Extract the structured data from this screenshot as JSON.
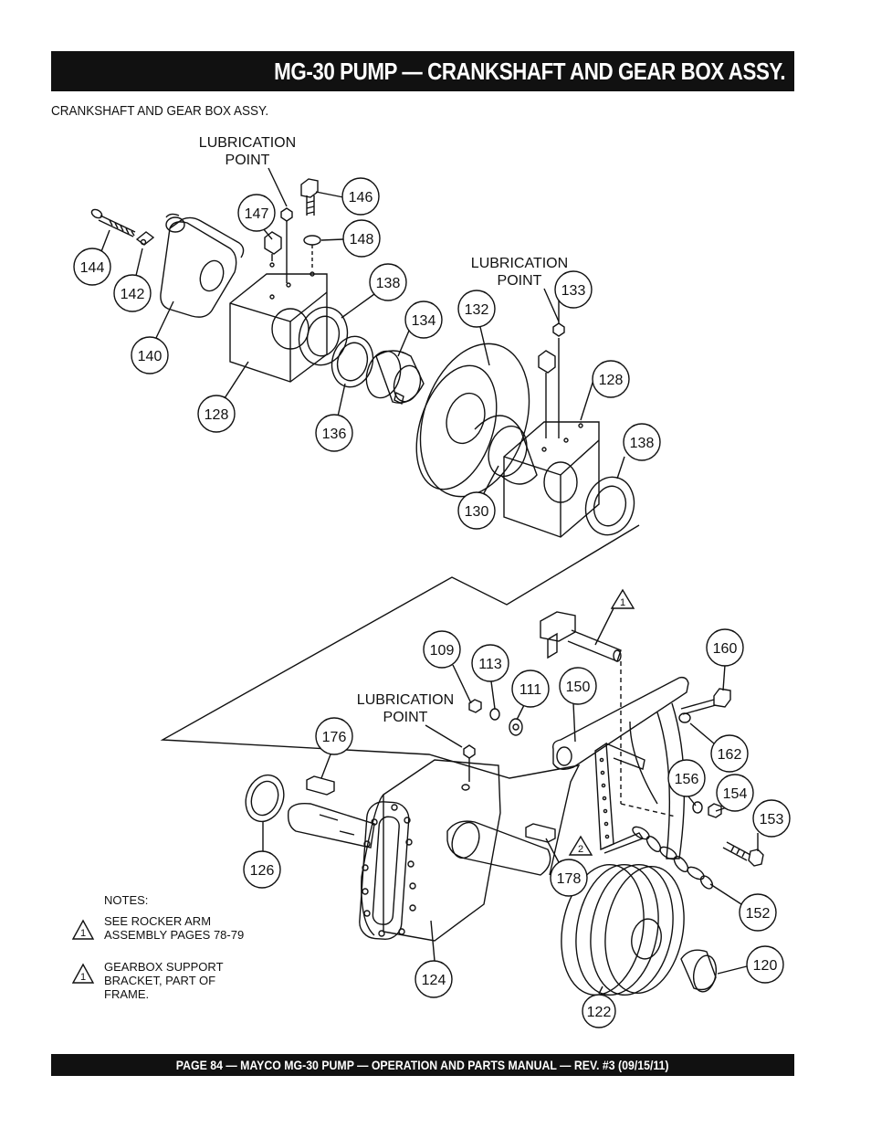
{
  "header": {
    "title": "MG-30 PUMP — CRANKSHAFT AND GEAR BOX ASSY.",
    "subtitle": "CRANKSHAFT AND GEAR BOX ASSY."
  },
  "diagram": {
    "lubrication_line1": "LUBRICATION",
    "lubrication_line2": "POINT",
    "callouts": [
      "144",
      "142",
      "140",
      "128",
      "147",
      "146",
      "148",
      "138",
      "134",
      "136",
      "132",
      "133",
      "128",
      "138",
      "130",
      "109",
      "113",
      "111",
      "150",
      "160",
      "162",
      "176",
      "156",
      "154",
      "153",
      "126",
      "178",
      "152",
      "124",
      "122",
      "120"
    ],
    "notes": {
      "heading": "NOTES:",
      "note1": {
        "marker": "1",
        "line1": "SEE ROCKER ARM",
        "line2": "ASSEMBLY PAGES 78-79"
      },
      "note2": {
        "marker": "1",
        "line1": "GEARBOX SUPPORT",
        "line2": "BRACKET, PART OF",
        "line3": "FRAME."
      }
    },
    "flag_markers": {
      "flag1": "1",
      "flag2": "2"
    }
  },
  "footer": {
    "text": "PAGE 84 — MAYCO  MG-30 PUMP — OPERATION AND PARTS MANUAL — REV. #3 (09/15/11)"
  }
}
